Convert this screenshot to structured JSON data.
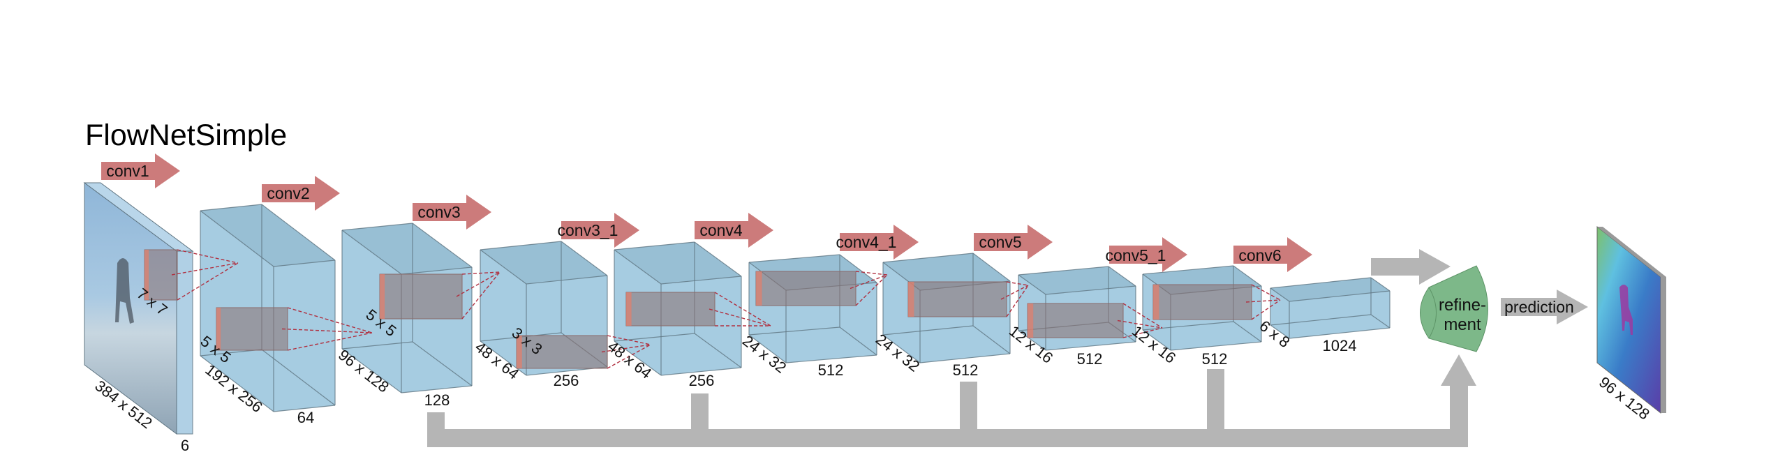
{
  "title": "FlowNetSimple",
  "layers": [
    {
      "name": "conv1"
    },
    {
      "name": "conv2"
    },
    {
      "name": "conv3"
    },
    {
      "name": "conv3_1"
    },
    {
      "name": "conv4"
    },
    {
      "name": "conv4_1"
    },
    {
      "name": "conv5"
    },
    {
      "name": "conv5_1"
    },
    {
      "name": "conv6"
    }
  ],
  "input": {
    "size": "384 x 512",
    "channels": "6",
    "kernel": "7 x 7"
  },
  "blocks": [
    {
      "size": "192 x 256",
      "channels": "64",
      "kernel": "5 x 5"
    },
    {
      "size": "96 x 128",
      "channels": "128",
      "kernel": "5 x 5"
    },
    {
      "size": "48 x 64",
      "channels": "256",
      "kernel": "3 x 3"
    },
    {
      "size": "48 x 64",
      "channels": "256"
    },
    {
      "size": "24 x 32",
      "channels": "512"
    },
    {
      "size": "24 x 32",
      "channels": "512"
    },
    {
      "size": "12 x 16",
      "channels": "512"
    },
    {
      "size": "12 x 16",
      "channels": "512"
    },
    {
      "size": "6 x 8",
      "channels": "1024"
    }
  ],
  "refinement": {
    "line1": "refine-",
    "line2": "ment"
  },
  "prediction": {
    "label": "prediction",
    "size": "96 x 128"
  },
  "colors": {
    "conv_arrow": "#cc7b7b",
    "block_fill": "#9cc6de",
    "block_edge": "#5f7582",
    "skip_gray": "#b5b5b5",
    "refinement_green": "#7db889",
    "kernel_red": "#b03040"
  }
}
